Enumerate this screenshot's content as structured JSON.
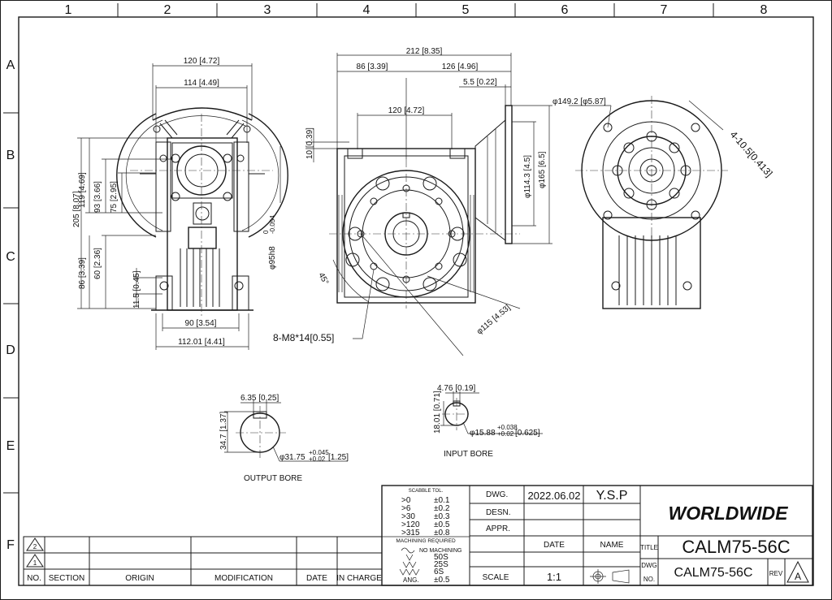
{
  "grid": {
    "columns": [
      "1",
      "2",
      "3",
      "4",
      "5",
      "6",
      "7",
      "8"
    ],
    "rows": [
      "A",
      "B",
      "C",
      "D",
      "E",
      "F"
    ]
  },
  "dims": {
    "side": {
      "w120": "120 [4.72]",
      "w114": "114 [4.49]",
      "h205": "205 [8.07]",
      "h119": "119 [4.69]",
      "h93": "93 [3.66]",
      "h75": "75 [2.95]",
      "h86": "86 [3.39]",
      "h60": "60 [2.36]",
      "h11_5": "11.5 [0.45]",
      "phi95": "φ95h8",
      "phi95_tol_up": "0",
      "phi95_tol_dn": "-0.054",
      "w90": "90 [3.54]",
      "w112": "112.01 [4.41]"
    },
    "front": {
      "w212": "212 [8.35]",
      "w86": "86 [3.39]",
      "w126": "126 [4.96]",
      "w5_5": "5.5 [0.22]",
      "w120": "120 [4.72]",
      "h10": "10 [0.39]",
      "phi114": "φ114.3 [4.5]",
      "phi165": "φ165 [6.5]",
      "angle": "45°",
      "bolts": "8-M8*14[0.55]",
      "phi115": "φ115 [4.53]"
    },
    "flange": {
      "phi149": "φ149.2 [φ5.87]",
      "holes": "4-10.5[0.413]"
    },
    "output_bore": {
      "label": "OUTPUT BORE",
      "key": "6.35 [0.25]",
      "height": "34.7 [1.37]",
      "dia": "φ31.75",
      "dia_tol_up": "+0.045",
      "dia_tol_dn": "+0.02",
      "dia_in": "[1.25]"
    },
    "input_bore": {
      "label": "INPUT BORE",
      "key": "4.76 [0.19]",
      "height": "18.01 [0.71]",
      "dia": "φ15.88",
      "dia_tol_up": "+0.038",
      "dia_tol_dn": "+0.02",
      "dia_in": "[0.625]"
    }
  },
  "title_block": {
    "tolerance_header": "SCABBLE TOL.",
    "tolerances": [
      {
        "range": ">0",
        "tol": "±0.1"
      },
      {
        "range": ">6",
        "tol": "±0.2"
      },
      {
        "range": ">30",
        "tol": "±0.3"
      },
      {
        "range": ">120",
        "tol": "±0.5"
      },
      {
        "range": ">315",
        "tol": "±0.8"
      }
    ],
    "machining_header": "MACHINING REQUIRED",
    "no_machining": "NO MACHINING",
    "finishes": [
      "50S",
      "25S",
      "6S"
    ],
    "angle_label": "ANG.",
    "angle_tol": "±0.5",
    "dwg_label": "DWG.",
    "desn_label": "DESN.",
    "appr_label": "APPR.",
    "date_value": "2022.06.02",
    "author": "Y.S.P",
    "date_label": "DATE",
    "name_label": "NAME",
    "scale_label": "SCALE",
    "scale_value": "1:1",
    "company": "WORLDWIDE",
    "title_label": "TITLE",
    "title_value": "CALM75-56C",
    "dwg_no_label1": "DWG",
    "dwg_no_label2": "NO.",
    "dwg_no": "CALM75-56C",
    "rev_label": "REV",
    "rev_value": "A"
  },
  "revision_table": {
    "headers": [
      "NO.",
      "SECTION",
      "ORIGIN",
      "MODIFICATION",
      "DATE",
      "IN CHARGE"
    ],
    "rows": [
      "2",
      "1"
    ]
  }
}
